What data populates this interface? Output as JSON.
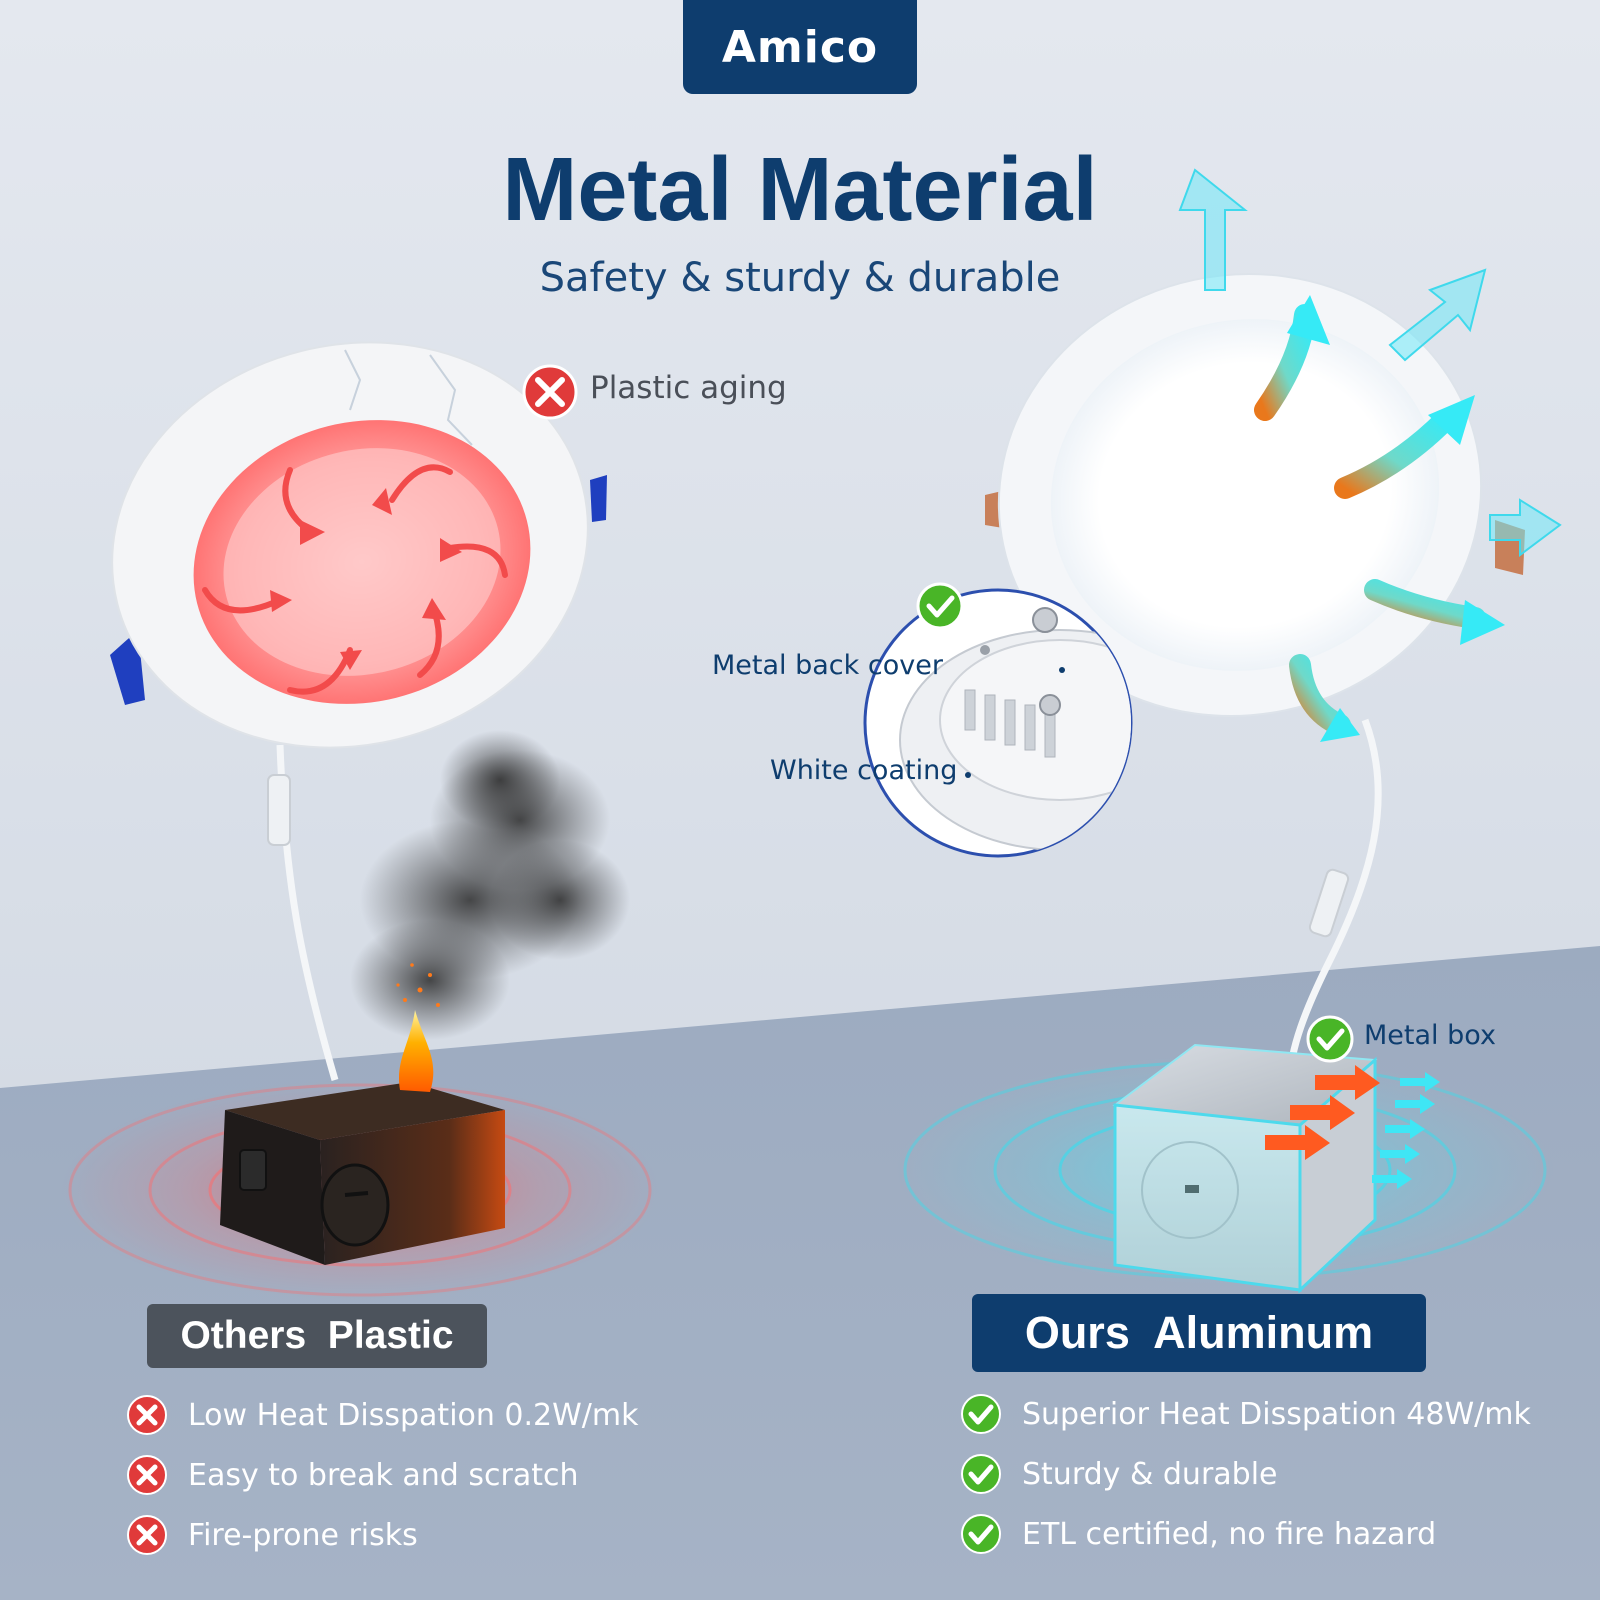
{
  "brand": {
    "name": "Amico"
  },
  "header": {
    "title": "Metal Material",
    "subtitle": "Safety & sturdy & durable"
  },
  "callouts": {
    "plastic_aging": "Plastic aging",
    "metal_back_cover": "Metal back cover",
    "white_coating": "White coating",
    "metal_box": "Metal box"
  },
  "comparison": {
    "left": {
      "label": "Others  Plastic",
      "features": [
        "Low Heat Disspation 0.2W/mk",
        "Easy to break and scratch",
        "Fire-prone risks"
      ]
    },
    "right": {
      "label": "Ours  Aluminum",
      "features": [
        "Superior Heat Disspation 48W/mk",
        "Sturdy & durable",
        "ETL certified, no fire hazard"
      ]
    }
  },
  "colors": {
    "brand_navy": "#0e3d6e",
    "negative_red": "#e03a3a",
    "positive_green": "#49b527",
    "heat_cyan": "#38e6f2",
    "plastic_label_gray": "#4c535c"
  },
  "icons": {
    "negative": "x-circle-icon",
    "positive": "check-circle-icon"
  }
}
